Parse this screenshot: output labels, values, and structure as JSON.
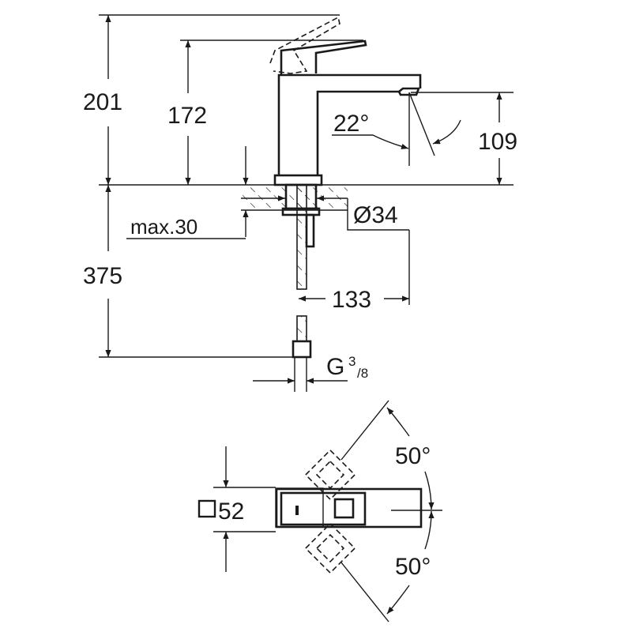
{
  "drawing": {
    "dimensions": {
      "total_height": "201",
      "lever_height": "172",
      "spout_height": "109",
      "spout_angle": "22°",
      "max_thickness": "max.30",
      "hole_diameter": "Ø34",
      "hose_length": "375",
      "projection": "133",
      "connection_main": "G",
      "connection_num": "3",
      "connection_den": "/8",
      "body_size": "52",
      "rotation_left": "50°",
      "rotation_right": "50°"
    },
    "icons": [
      "square-section-icon"
    ]
  }
}
